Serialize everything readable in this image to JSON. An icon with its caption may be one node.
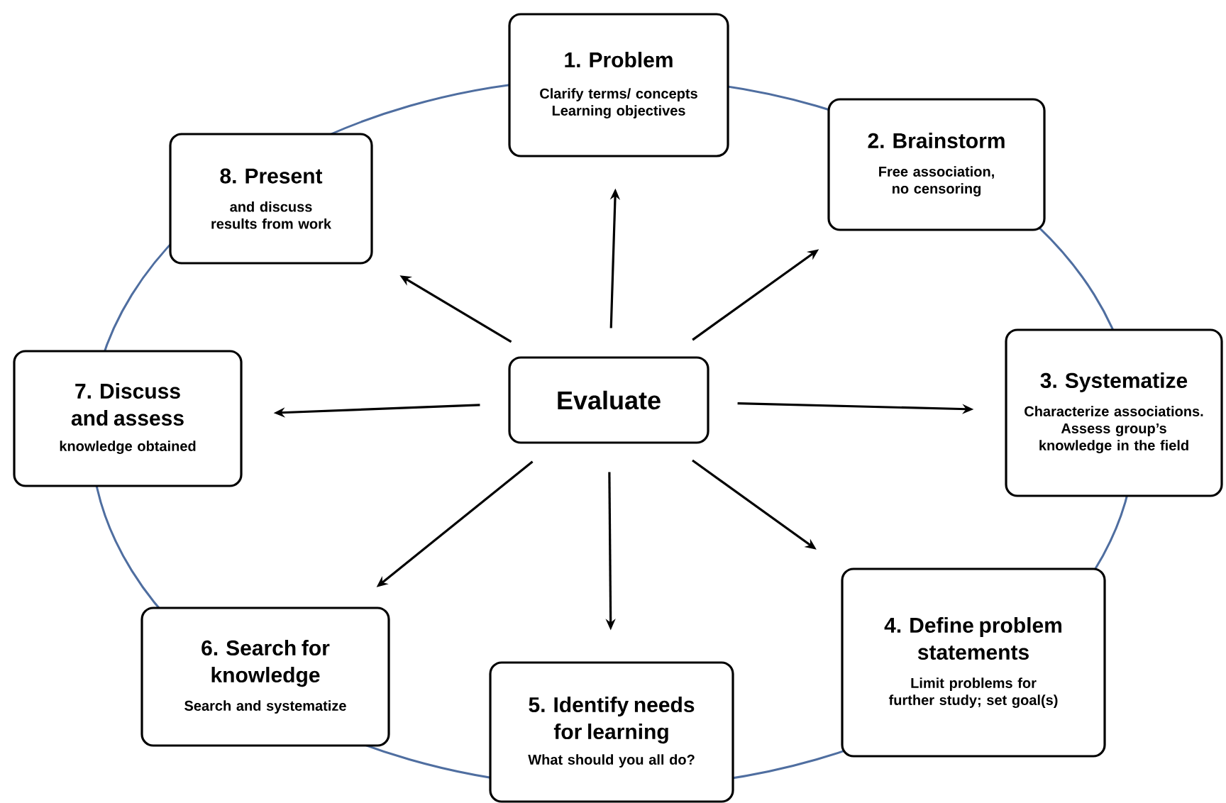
{
  "diagram": {
    "nodes": [
      {
        "text": [
          "1. Problem",
          "Clarify terms/ concepts Learning objectives"
        ]
      },
      {
        "text": [
          "2. Brainstorm",
          "Free association, no censoring"
        ]
      },
      {
        "text": [
          "3. Systematize",
          "Characterize associations. Assess group’s knowledge in the field"
        ]
      },
      {
        "text": [
          "4. Define problem statements",
          "Limit problems for further study; set goal(s)"
        ]
      },
      {
        "text": [
          "5. Identify needs for learning",
          "What should you all do?"
        ]
      },
      {
        "text": [
          "6. Search for knowledge",
          "Search and systematize"
        ]
      },
      {
        "text": [
          "7. Discuss and assess",
          "knowledge obtained"
        ]
      },
      {
        "text": [
          "8. Present",
          "and discuss results from work"
        ]
      },
      {
        "text": [
          "Evaluate"
        ]
      }
    ],
    "edges": [
      {
        "from": 8,
        "to": 0,
        "arrow": "to"
      },
      {
        "from": 8,
        "to": 1,
        "arrow": "to"
      },
      {
        "from": 8,
        "to": 2,
        "arrow": "to"
      },
      {
        "from": 8,
        "to": 3,
        "arrow": "to"
      },
      {
        "from": 8,
        "to": 4,
        "arrow": "to"
      },
      {
        "from": 8,
        "to": 5,
        "arrow": "to"
      },
      {
        "from": 8,
        "to": 6,
        "arrow": "to"
      },
      {
        "from": 8,
        "to": 7,
        "arrow": "to"
      }
    ]
  }
}
